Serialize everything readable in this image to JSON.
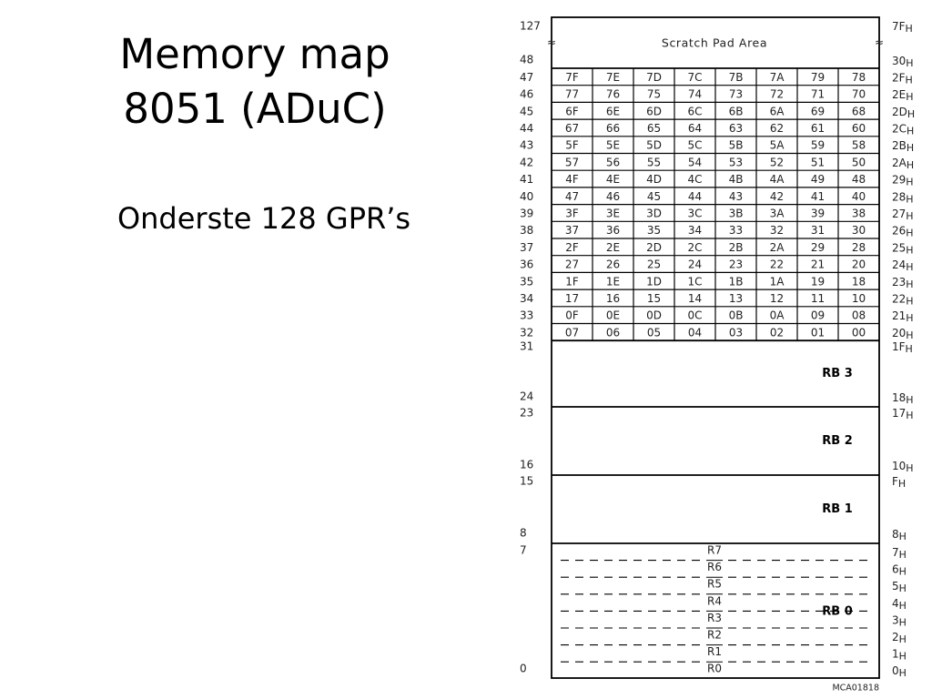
{
  "slide": {
    "title_line1": "Memory map",
    "title_line2": "8051 (ADuC)",
    "subtitle": "Onderste 128 GPR’s"
  },
  "memory_map": {
    "scratch_pad": {
      "label": "Scratch Pad Area",
      "left_top": "127",
      "left_bottom": "48",
      "right_top": "7F",
      "right_bottom": "30",
      "break_symbol": "≈"
    },
    "hex_suffix": "H",
    "bit_rows": [
      {
        "left": "47",
        "right": "2F",
        "cells": [
          "7F",
          "7E",
          "7D",
          "7C",
          "7B",
          "7A",
          "79",
          "78"
        ]
      },
      {
        "left": "46",
        "right": "2E",
        "cells": [
          "77",
          "76",
          "75",
          "74",
          "73",
          "72",
          "71",
          "70"
        ]
      },
      {
        "left": "45",
        "right": "2D",
        "cells": [
          "6F",
          "6E",
          "6D",
          "6C",
          "6B",
          "6A",
          "69",
          "68"
        ]
      },
      {
        "left": "44",
        "right": "2C",
        "cells": [
          "67",
          "66",
          "65",
          "64",
          "63",
          "62",
          "61",
          "60"
        ]
      },
      {
        "left": "43",
        "right": "2B",
        "cells": [
          "5F",
          "5E",
          "5D",
          "5C",
          "5B",
          "5A",
          "59",
          "58"
        ]
      },
      {
        "left": "42",
        "right": "2A",
        "cells": [
          "57",
          "56",
          "55",
          "54",
          "53",
          "52",
          "51",
          "50"
        ]
      },
      {
        "left": "41",
        "right": "29",
        "cells": [
          "4F",
          "4E",
          "4D",
          "4C",
          "4B",
          "4A",
          "49",
          "48"
        ]
      },
      {
        "left": "40",
        "right": "28",
        "cells": [
          "47",
          "46",
          "45",
          "44",
          "43",
          "42",
          "41",
          "40"
        ]
      },
      {
        "left": "39",
        "right": "27",
        "cells": [
          "3F",
          "3E",
          "3D",
          "3C",
          "3B",
          "3A",
          "39",
          "38"
        ]
      },
      {
        "left": "38",
        "right": "26",
        "cells": [
          "37",
          "36",
          "35",
          "34",
          "33",
          "32",
          "31",
          "30"
        ]
      },
      {
        "left": "37",
        "right": "25",
        "cells": [
          "2F",
          "2E",
          "2D",
          "2C",
          "2B",
          "2A",
          "29",
          "28"
        ]
      },
      {
        "left": "36",
        "right": "24",
        "cells": [
          "27",
          "26",
          "25",
          "24",
          "23",
          "22",
          "21",
          "20"
        ]
      },
      {
        "left": "35",
        "right": "23",
        "cells": [
          "1F",
          "1E",
          "1D",
          "1C",
          "1B",
          "1A",
          "19",
          "18"
        ]
      },
      {
        "left": "34",
        "right": "22",
        "cells": [
          "17",
          "16",
          "15",
          "14",
          "13",
          "12",
          "11",
          "10"
        ]
      },
      {
        "left": "33",
        "right": "21",
        "cells": [
          "0F",
          "0E",
          "0D",
          "0C",
          "0B",
          "0A",
          "09",
          "08"
        ]
      },
      {
        "left": "32",
        "right": "20",
        "cells": [
          "07",
          "06",
          "05",
          "04",
          "03",
          "02",
          "01",
          "00"
        ]
      }
    ],
    "banks": [
      {
        "label": "RB 3",
        "left_top": "31",
        "left_bottom": "24",
        "right_top": "1F",
        "right_bottom": "18"
      },
      {
        "label": "RB 2",
        "left_top": "23",
        "left_bottom": "16",
        "right_top": "17",
        "right_bottom": "10"
      },
      {
        "label": "RB 1",
        "left_top": "15",
        "left_bottom": "8",
        "right_top": "F",
        "right_bottom": "8"
      }
    ],
    "bank0": {
      "label": "RB 0",
      "left_top": "7",
      "left_bottom": "0",
      "registers": [
        {
          "name": "R7",
          "right": "7"
        },
        {
          "name": "R6",
          "right": "6"
        },
        {
          "name": "R5",
          "right": "5"
        },
        {
          "name": "R4",
          "right": "4"
        },
        {
          "name": "R3",
          "right": "3"
        },
        {
          "name": "R2",
          "right": "2"
        },
        {
          "name": "R1",
          "right": "1"
        },
        {
          "name": "R0",
          "right": "0"
        }
      ]
    },
    "figure_ref": "MCA01818"
  }
}
